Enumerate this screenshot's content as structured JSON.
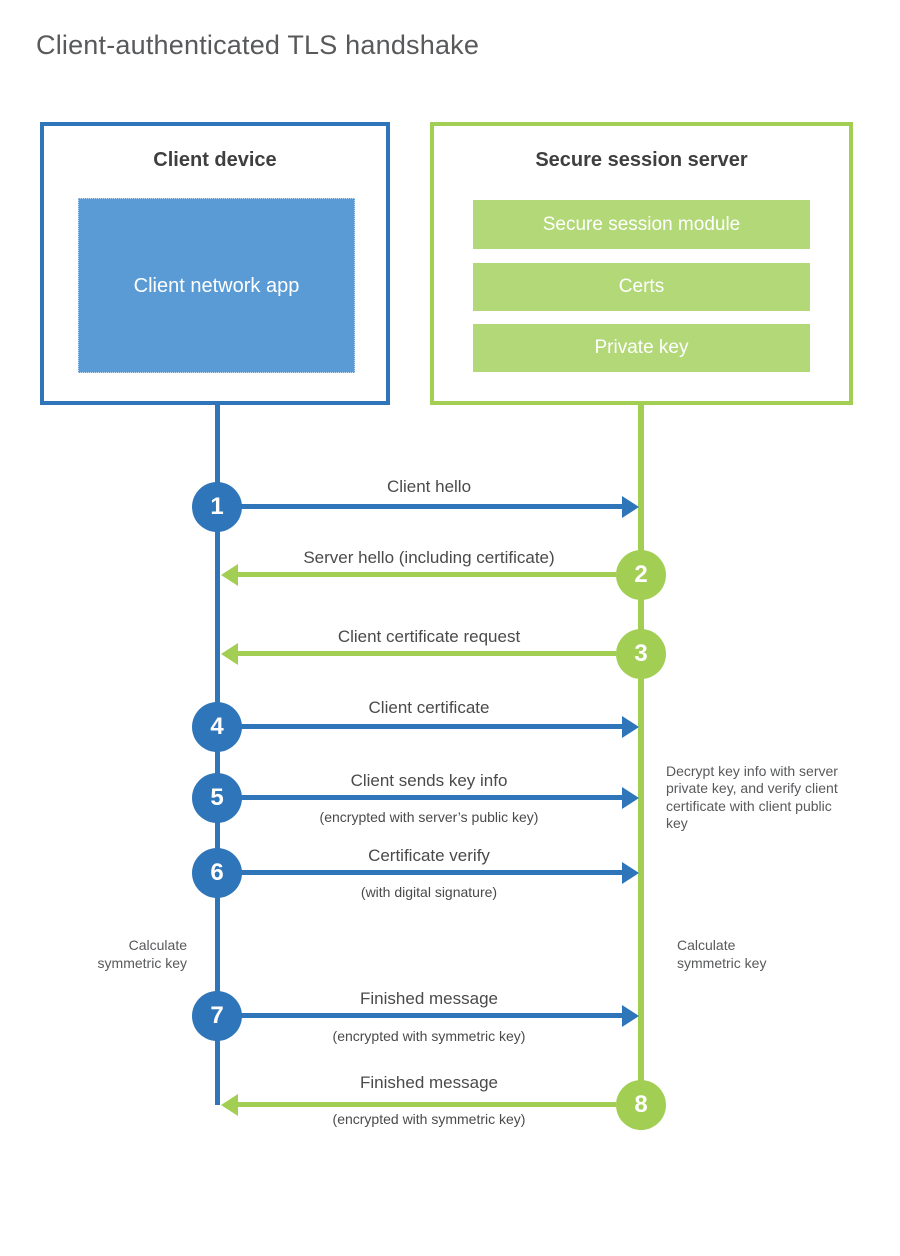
{
  "title": "Client-authenticated TLS handshake",
  "client": {
    "title": "Client device",
    "app_label": "Client network app"
  },
  "server": {
    "title": "Secure session server",
    "modules": [
      "Secure session module",
      "Certs",
      "Private key"
    ]
  },
  "steps": [
    {
      "num": "1",
      "label": "Client hello",
      "direction": "right"
    },
    {
      "num": "2",
      "label": "Server hello (including certificate)",
      "direction": "left"
    },
    {
      "num": "3",
      "label": "Client certificate request",
      "direction": "left"
    },
    {
      "num": "4",
      "label": "Client certificate",
      "direction": "right"
    },
    {
      "num": "5",
      "label": "Client sends key info",
      "sublabel": "(encrypted with server’s public key)",
      "direction": "right"
    },
    {
      "num": "6",
      "label": "Certificate verify",
      "sublabel": "(with digital signature)",
      "direction": "right"
    },
    {
      "num": "7",
      "label": "Finished message",
      "sublabel": "(encrypted with symmetric key)",
      "direction": "right"
    },
    {
      "num": "8",
      "label": "Finished message",
      "sublabel": "(encrypted with symmetric key)",
      "direction": "left"
    }
  ],
  "notes": {
    "decrypt_note": "Decrypt key info with server private key, and verify client certificate with client public key",
    "calc_left": "Calculate symmetric key",
    "calc_right": "Calculate symmetric key"
  },
  "colors": {
    "blue": "#2e75ba",
    "blue_fill": "#5b9bd5",
    "green": "#a3ce54",
    "green_fill": "#b2d878"
  }
}
